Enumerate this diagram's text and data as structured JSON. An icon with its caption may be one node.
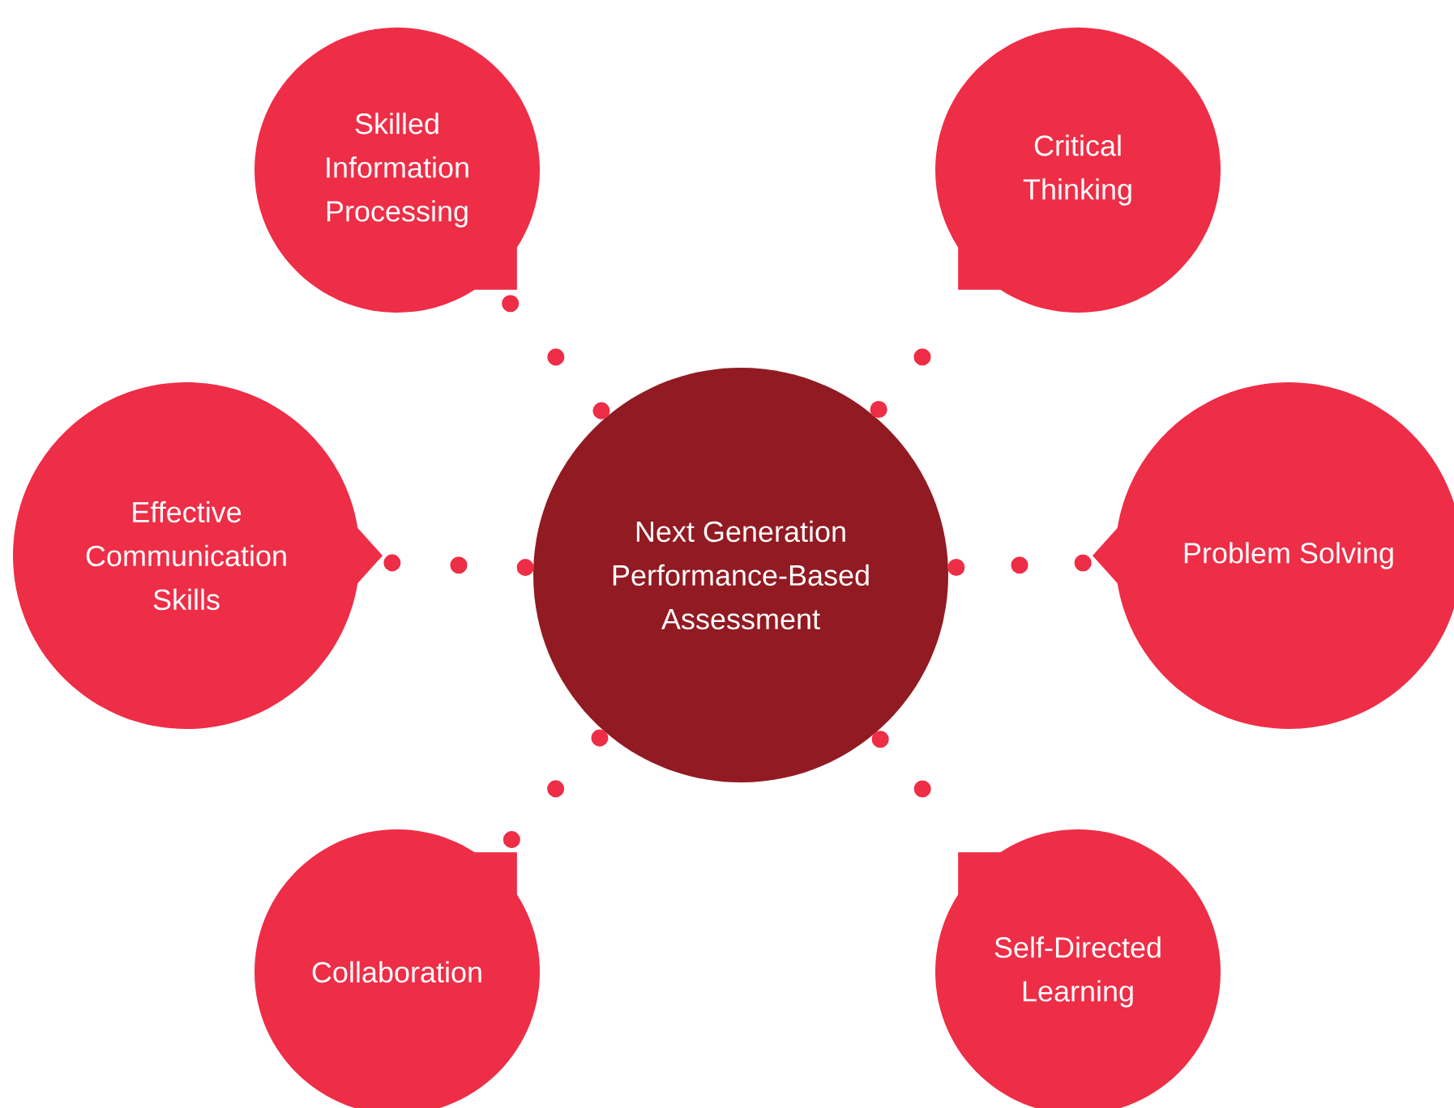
{
  "diagram": {
    "nodes": [
      {
        "text": [
          "Next Generation Performance-Based Assessment"
        ]
      },
      {
        "text": [
          "Skilled Information Processing"
        ]
      },
      {
        "text": [
          "Critical Thinking"
        ]
      },
      {
        "text": [
          "Effective Communication Skills"
        ]
      },
      {
        "text": [
          "Problem Solving"
        ]
      },
      {
        "text": [
          "Collaboration"
        ]
      },
      {
        "text": [
          "Self-Directed Learning"
        ]
      }
    ],
    "edges": [
      {
        "from": 0,
        "to": 1,
        "arrow": "none"
      },
      {
        "from": 0,
        "to": 2,
        "arrow": "none"
      },
      {
        "from": 0,
        "to": 3,
        "arrow": "none"
      },
      {
        "from": 0,
        "to": 4,
        "arrow": "none"
      },
      {
        "from": 0,
        "to": 5,
        "arrow": "none"
      },
      {
        "from": 0,
        "to": 6,
        "arrow": "none"
      }
    ]
  }
}
